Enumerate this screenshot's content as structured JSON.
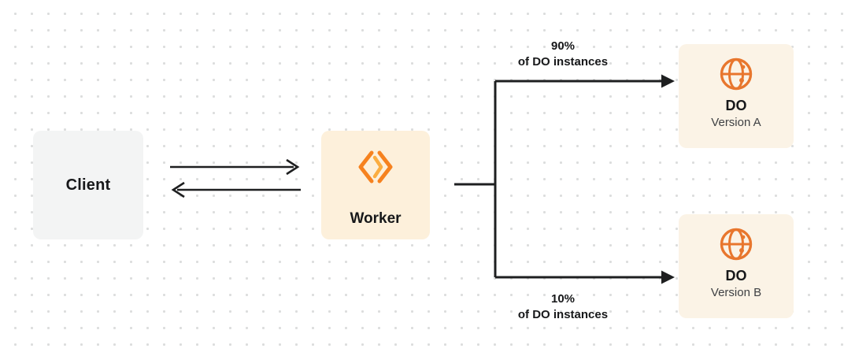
{
  "nodes": {
    "client": {
      "label": "Client"
    },
    "worker": {
      "label": "Worker",
      "icon": "workers-icon"
    },
    "do_a": {
      "label": "DO",
      "version": "Version A",
      "icon": "globe-icon"
    },
    "do_b": {
      "label": "DO",
      "version": "Version B",
      "icon": "globe-icon"
    }
  },
  "edges": {
    "top": {
      "percent": "90%",
      "caption": "of DO instances"
    },
    "bottom": {
      "percent": "10%",
      "caption": "of DO instances"
    }
  },
  "colors": {
    "accent_orange": "#f6821f",
    "accent_orange_light": "#fbad41",
    "globe_orange": "#e8762d",
    "arrow": "#1e1f20",
    "client_bg": "#f3f4f4",
    "worker_bg": "#fdf0db",
    "do_bg": "#fbf3e6",
    "dot_grid": "#dcdddd",
    "text": "#17181a",
    "subtext": "#3f4144"
  }
}
